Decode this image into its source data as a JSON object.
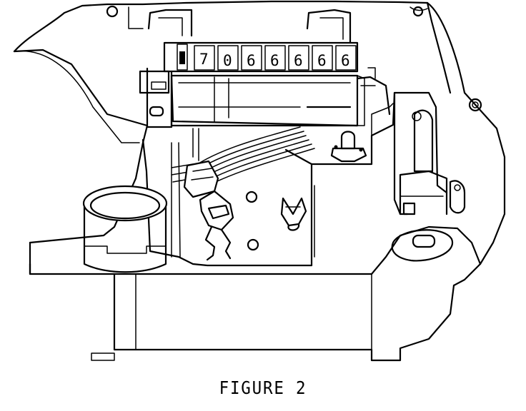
{
  "figure": {
    "caption": "FIGURE 2",
    "counter_digits": [
      "0",
      "6",
      "6",
      "6",
      "6",
      "6"
    ],
    "counter_first_digit": "7"
  }
}
